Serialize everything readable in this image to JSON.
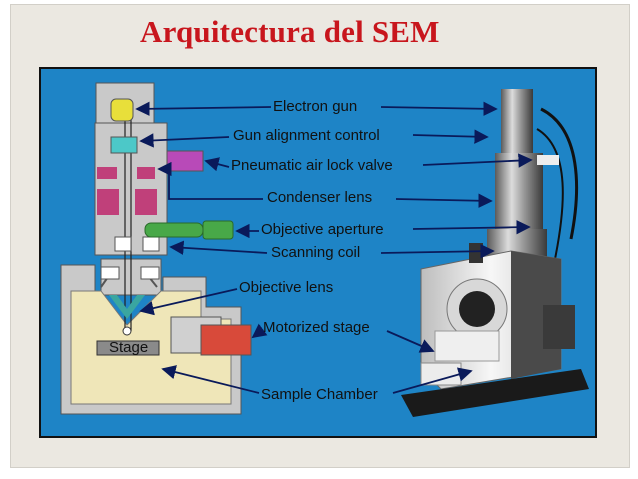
{
  "title": "Arquitectura del SEM",
  "labels": {
    "electron_gun": "Electron gun",
    "gun_alignment": "Gun alignment control",
    "air_lock": "Pneumatic air lock valve",
    "condenser": "Condenser lens",
    "aperture": "Objective aperture",
    "scanning_coil": "Scanning coil",
    "objective_lens": "Objective lens",
    "motorized_stage": "Motorized stage",
    "sample_chamber": "Sample Chamber",
    "stage": "Stage"
  },
  "colors": {
    "title": "#c8161d",
    "panel_bg": "#1e84c6",
    "column": "#c9c9c9",
    "gun": "#e8df3a",
    "alignment": "#4cc8c8",
    "air_lock": "#b84ab8",
    "condenser": "#c0407a",
    "aperture": "#48a848",
    "chamber": "#efe6b8",
    "motor": "#d84a3a"
  }
}
